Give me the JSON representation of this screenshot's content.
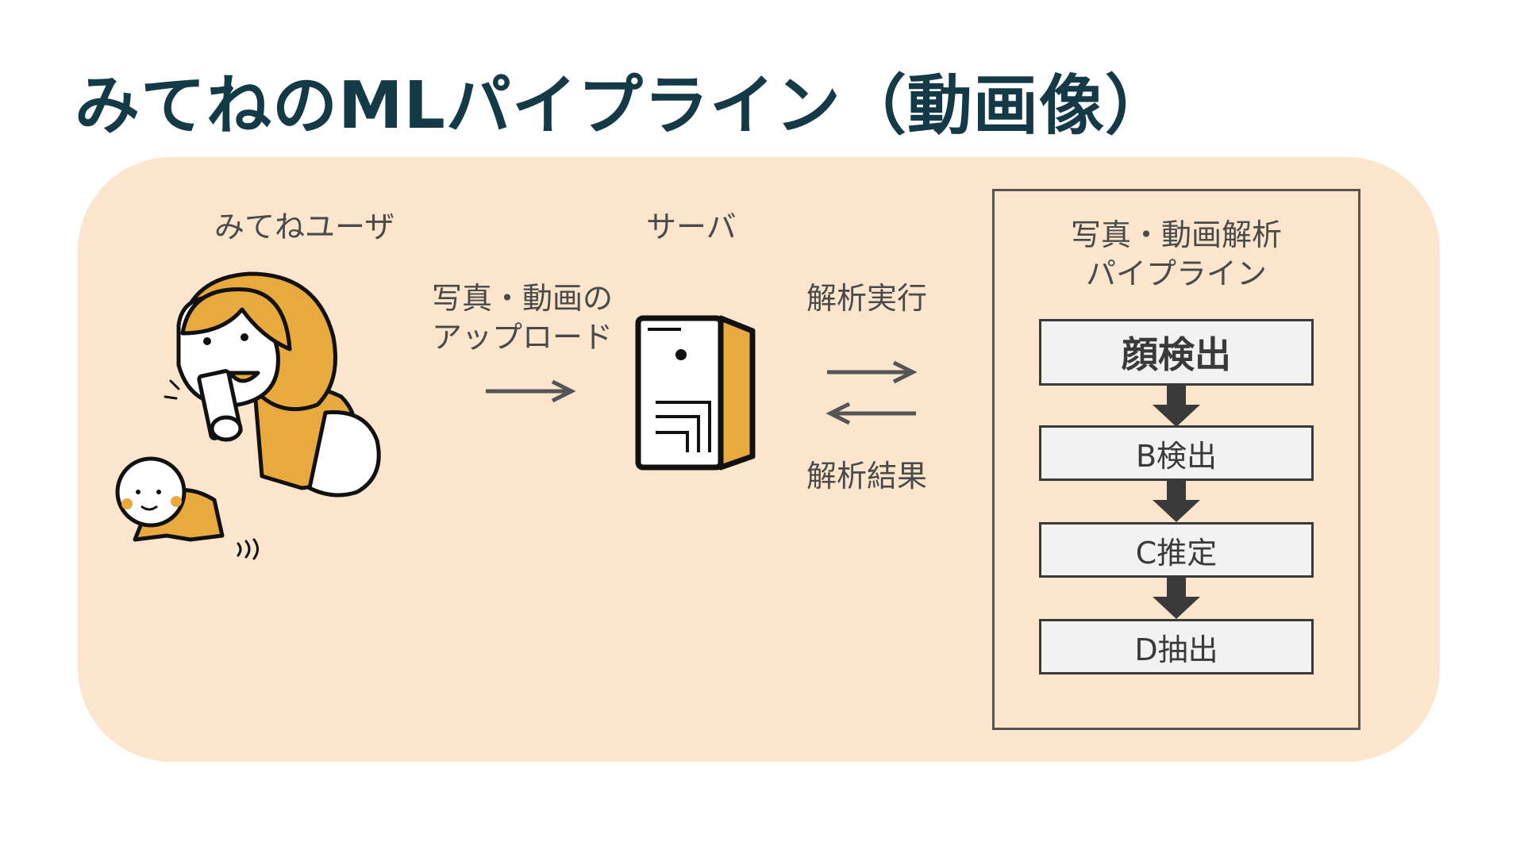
{
  "title": "みてねのMLパイプライン（動画像）",
  "user": {
    "label": "みてねユーザ"
  },
  "upload": {
    "line1": "写真・動画の",
    "line2": "アップロード"
  },
  "server": {
    "label": "サーバ"
  },
  "exec": {
    "label": "解析実行"
  },
  "result": {
    "label": "解析結果"
  },
  "pipeline": {
    "title_line1": "写真・動画解析",
    "title_line2": "パイプライン",
    "steps": [
      "顔検出",
      "B検出",
      "C推定",
      "D抽出"
    ]
  },
  "colors": {
    "title": "#153a47",
    "panel": "#fbe5cc",
    "accent": "#e8a93e",
    "text": "#4a4a4a"
  }
}
